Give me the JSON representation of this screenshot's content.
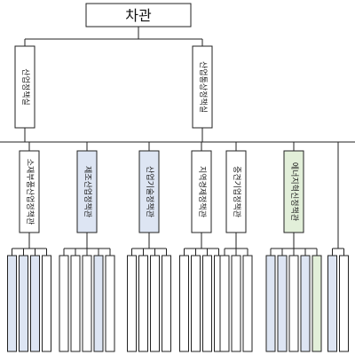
{
  "org": {
    "root": {
      "label": "차관"
    },
    "offices": [
      {
        "id": "o1",
        "label": "산업정책실"
      },
      {
        "id": "o2",
        "label": "산업통상정책실"
      }
    ],
    "bureaus": [
      {
        "id": "b1",
        "parent": "o1",
        "label": "소재부품산업정책관",
        "color": "#ffffff",
        "units": [
          {
            "label": "",
            "color": "#dde5f3"
          },
          {
            "label": "",
            "color": "#dde5f3"
          },
          {
            "label": "",
            "color": "#dde5f3"
          },
          {
            "label": "",
            "color": "#ffffff"
          }
        ]
      },
      {
        "id": "b2",
        "parent": "o1",
        "label": "제조산업정책관",
        "color": "#dde5f3",
        "units": [
          {
            "label": "",
            "color": "#ffffff"
          },
          {
            "label": "",
            "color": "#ffffff"
          },
          {
            "label": "",
            "color": "#ffffff"
          },
          {
            "label": "",
            "color": "#dde5f3"
          },
          {
            "label": "",
            "color": "#ffffff"
          }
        ]
      },
      {
        "id": "b3",
        "parent": "o2",
        "label": "산업기술정책관",
        "color": "#dde5f3",
        "units": [
          {
            "label": "",
            "color": "#ffffff"
          },
          {
            "label": "",
            "color": "#ffffff"
          },
          {
            "label": "",
            "color": "#ffffff"
          },
          {
            "label": "",
            "color": "#ffffff"
          }
        ]
      },
      {
        "id": "b4",
        "parent": "o2",
        "label": "지역경제정책관",
        "color": "#ffffff",
        "units": [
          {
            "label": "",
            "color": "#ffffff"
          },
          {
            "label": "",
            "color": "#ffffff"
          },
          {
            "label": "",
            "color": "#ffffff"
          },
          {
            "label": "",
            "color": "#ffffff"
          }
        ]
      },
      {
        "id": "b5",
        "parent": "o2",
        "label": "중견기업정책관",
        "color": "#ffffff",
        "units": [
          {
            "label": "",
            "color": "#ffffff"
          },
          {
            "label": "",
            "color": "#ffffff"
          },
          {
            "label": "",
            "color": "#ffffff"
          }
        ]
      },
      {
        "id": "b6",
        "parent": "o2",
        "label": "에너지혁신정책관",
        "color": "#e2efd9",
        "units": [
          {
            "label": "",
            "color": "#dde5f3"
          },
          {
            "label": "",
            "color": "#dde5f3"
          },
          {
            "label": "",
            "color": "#ffffff"
          },
          {
            "label": "",
            "color": "#dde5f3"
          },
          {
            "label": "",
            "color": "#e2efd9"
          }
        ]
      },
      {
        "id": "b7",
        "parent": null,
        "label": "",
        "color": "#ffffff",
        "units": [
          {
            "label": "",
            "color": "#dde5f3"
          },
          {
            "label": "",
            "color": "#ffffff"
          }
        ]
      }
    ]
  }
}
